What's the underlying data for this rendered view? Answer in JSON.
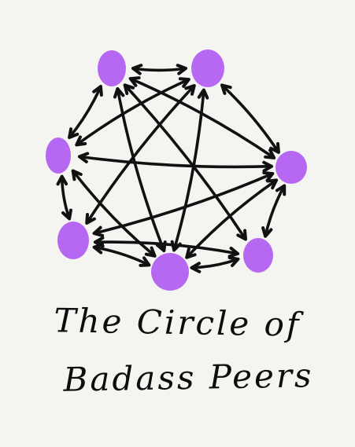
{
  "diagram": {
    "node_color": "#b768f2",
    "edge_color": "#111111",
    "nodes": [
      {
        "id": "peer-top-left"
      },
      {
        "id": "peer-top-right"
      },
      {
        "id": "peer-right"
      },
      {
        "id": "peer-bottom-right"
      },
      {
        "id": "peer-bottom"
      },
      {
        "id": "peer-bottom-left"
      },
      {
        "id": "peer-left"
      }
    ],
    "edges": [
      [
        "peer-top-left",
        "peer-top-right"
      ],
      [
        "peer-top-right",
        "peer-right"
      ],
      [
        "peer-right",
        "peer-bottom-right"
      ],
      [
        "peer-bottom-right",
        "peer-bottom"
      ],
      [
        "peer-bottom",
        "peer-bottom-left"
      ],
      [
        "peer-bottom-left",
        "peer-left"
      ],
      [
        "peer-left",
        "peer-top-left"
      ],
      [
        "peer-top-left",
        "peer-right"
      ],
      [
        "peer-top-left",
        "peer-bottom"
      ],
      [
        "peer-top-left",
        "peer-bottom-right"
      ],
      [
        "peer-top-right",
        "peer-left"
      ],
      [
        "peer-top-right",
        "peer-bottom"
      ],
      [
        "peer-top-right",
        "peer-bottom-left"
      ],
      [
        "peer-right",
        "peer-left"
      ],
      [
        "peer-right",
        "peer-bottom"
      ],
      [
        "peer-right",
        "peer-bottom-left"
      ],
      [
        "peer-left",
        "peer-bottom"
      ],
      [
        "peer-bottom-left",
        "peer-bottom-right"
      ]
    ]
  },
  "caption": {
    "line1": "The Circle of",
    "line2": "Badass Peers"
  }
}
